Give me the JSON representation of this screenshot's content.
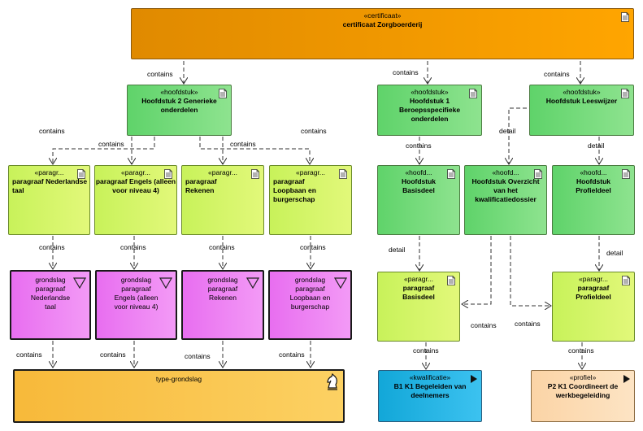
{
  "certificaat": {
    "stereotype": "«certificaat»",
    "name": "certificaat Zorgboerderij"
  },
  "h2": {
    "stereotype": "«hoofdstuk»",
    "name": "Hoofdstuk 2 Generieke onderdelen"
  },
  "h1": {
    "stereotype": "«hoofdstuk»",
    "name": "Hoofdstuk 1 Beroepsspecifieke onderdelen"
  },
  "hl": {
    "stereotype": "«hoofdstuk»",
    "name": "Hoofdstuk Leeswijzer"
  },
  "p_ned": {
    "stereotype": "«paragr...",
    "name": "paragraaf Nederlandse taal"
  },
  "p_eng": {
    "stereotype": "«paragr...",
    "name": "paragraaf Engels (alleen voor niveau 4)"
  },
  "p_rek": {
    "stereotype": "«paragr...",
    "name": "paragraaf Rekenen"
  },
  "p_lb": {
    "stereotype": "«paragr...",
    "name": "paragraaf Loopbaan en burgerschap"
  },
  "h_bas": {
    "stereotype": "«hoofd...",
    "name": "Hoofdstuk Basisdeel"
  },
  "h_ovz": {
    "stereotype": "«hoofd...",
    "name": "Hoofdstuk Overzicht van het kwalificatiedossier"
  },
  "h_pro": {
    "stereotype": "«hoofd...",
    "name": "Hoofdstuk Profieldeel"
  },
  "g_ned": {
    "name": "grondslag paragraaf Nederlandse taal"
  },
  "g_eng": {
    "name": "grondslag paragraaf Engels (alleen voor niveau 4)"
  },
  "g_rek": {
    "name": "grondslag paragraaf Rekenen"
  },
  "g_lb": {
    "name": "grondslag paragraaf Loopbaan en burgerschap"
  },
  "p_bas": {
    "stereotype": "«paragr...",
    "name": "paragraaf Basisdeel"
  },
  "p_pro": {
    "stereotype": "«paragr...",
    "name": "paragraaf Profieldeel"
  },
  "type": {
    "name": "type-grondslag"
  },
  "kwal": {
    "stereotype": "«kwalificatie»",
    "name": "B1 K1 Begeleiden van deelnemers"
  },
  "prof": {
    "stereotype": "«profiel»",
    "name": "P2 K1 Coordineert de werkbegeleiding"
  },
  "labels": {
    "contains": "contains",
    "detail": "detail"
  },
  "colors": {
    "certificaat": "#ffa500",
    "hoofdstuk": "#7ddc7f",
    "paragraaf": "#d6f46a",
    "grondslag": "#ef85f4",
    "type": "#fbc64e",
    "kwalificatie": "#23b5e5",
    "profiel": "#fcdcb5"
  }
}
